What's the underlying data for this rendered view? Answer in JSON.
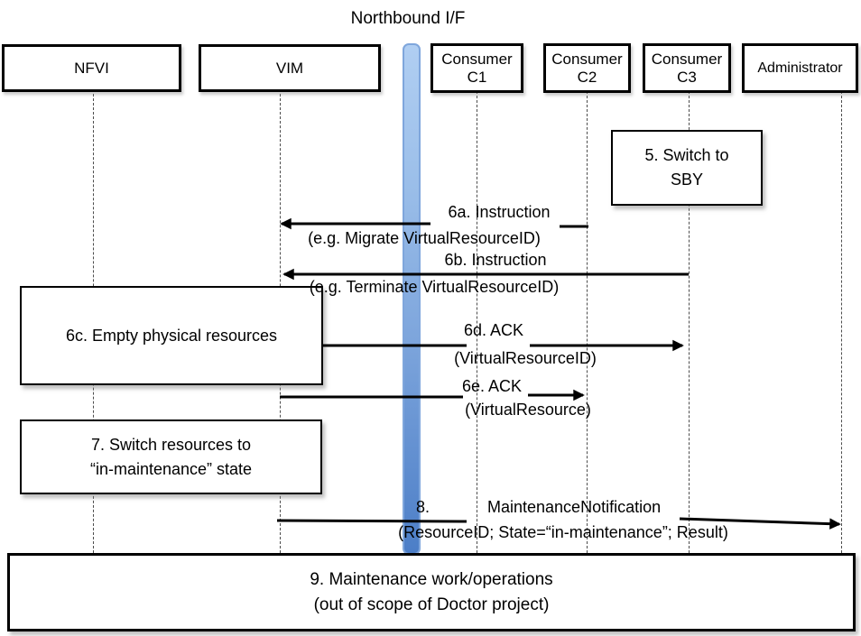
{
  "title": "Northbound I/F",
  "actors": [
    {
      "lines": [
        "NFVI"
      ]
    },
    {
      "lines": [
        "VIM"
      ]
    },
    {
      "lines": [
        "Consumer",
        "C1"
      ]
    },
    {
      "lines": [
        "Consumer",
        "C2"
      ]
    },
    {
      "lines": [
        "Consumer",
        "C3"
      ]
    },
    {
      "lines": [
        "Administrator"
      ]
    }
  ],
  "notes": {
    "n5": {
      "lines": [
        "5. Switch to",
        "SBY"
      ]
    },
    "n6c": {
      "lines": [
        "6c. Empty physical resources"
      ]
    },
    "n7": {
      "lines": [
        "7. Switch resources to",
        "“in-maintenance” state"
      ]
    },
    "n9": {
      "lines": [
        "9. Maintenance work/operations",
        "(out of scope of Doctor project)"
      ]
    }
  },
  "messages": {
    "m6a": {
      "label": "6a. Instruction",
      "detail": "(e.g. Migrate VirtualResourceID)"
    },
    "m6b": {
      "label": "6b. Instruction",
      "detail": "(e.g. Terminate VirtualResourceID)"
    },
    "m6d": {
      "label": "6d. ACK",
      "detail": "(VirtualResourceID)"
    },
    "m6e": {
      "label": "6e. ACK",
      "detail": "(VirtualResource)"
    },
    "m8": {
      "number": "8.",
      "label": "MaintenanceNotification",
      "detail": "(ResourceID; State=“in-maintenance”; Result)"
    }
  },
  "colors": {
    "bar_fill_top": "#B0CEF2",
    "bar_fill_bottom": "#4C7EC7",
    "bar_border": "#7FA6DC",
    "line_color": "#000000",
    "lifeline_color": "#4D4D4D"
  }
}
